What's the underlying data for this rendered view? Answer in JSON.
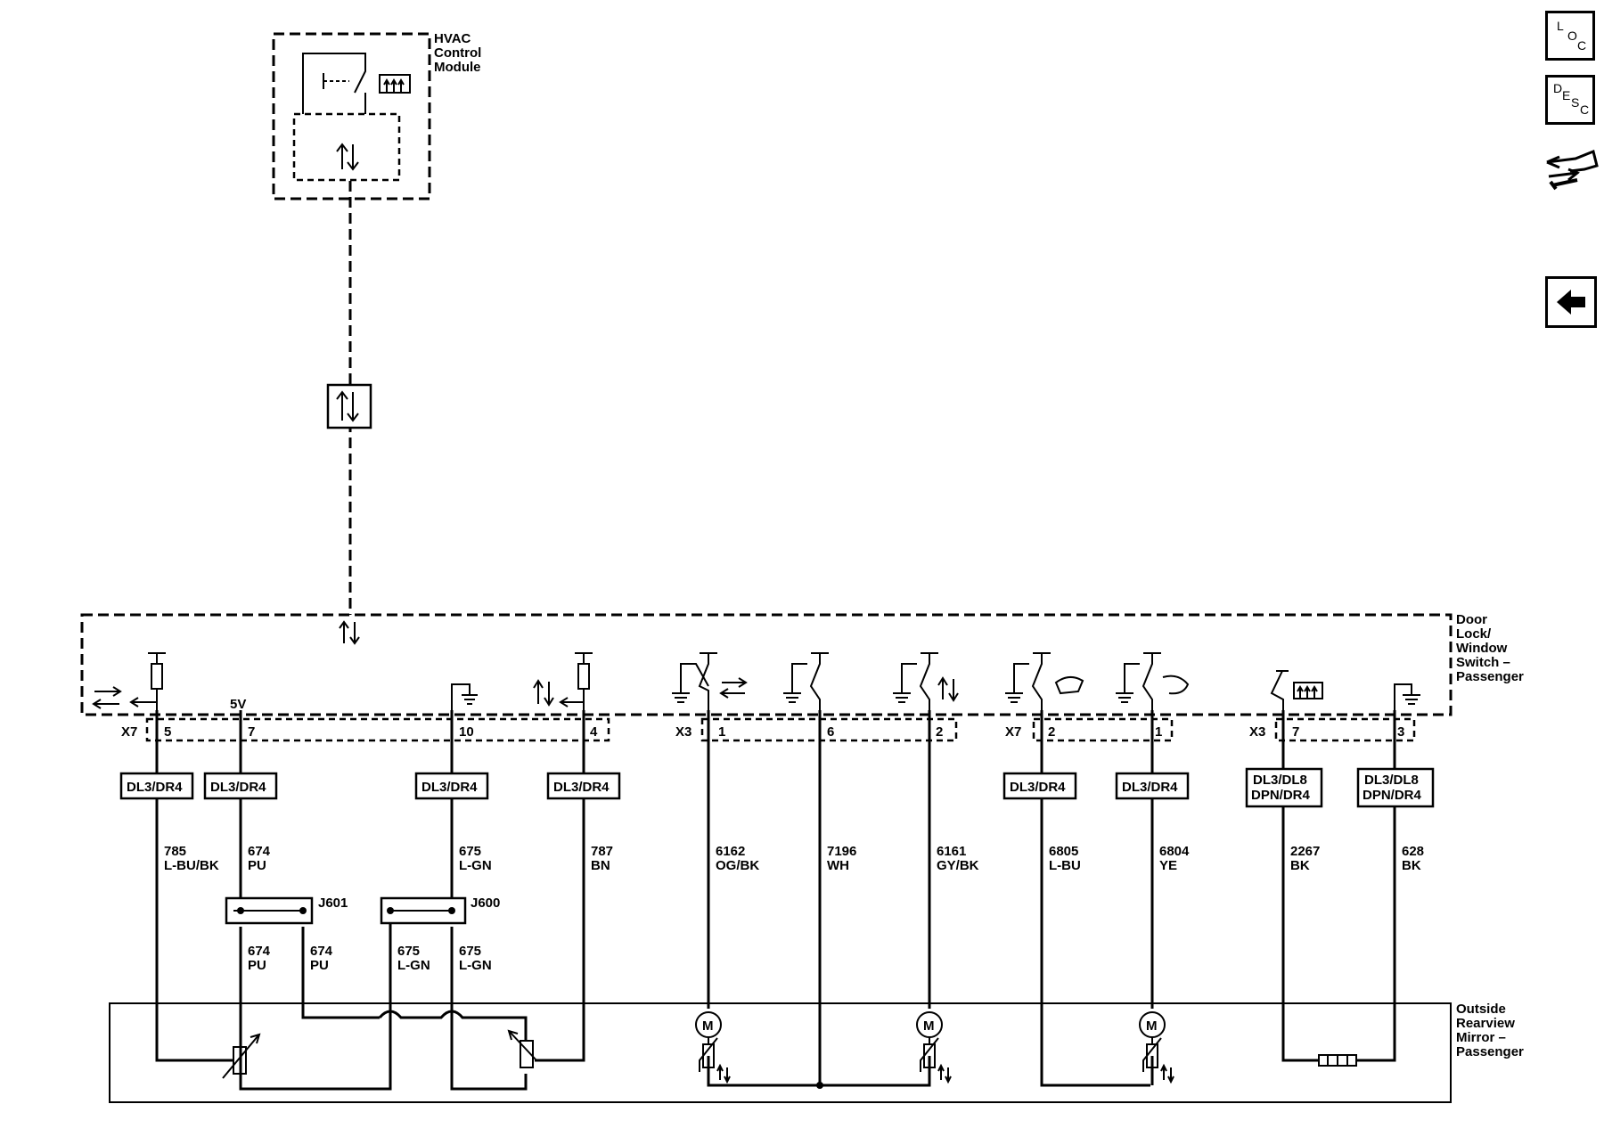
{
  "modules": {
    "hvac": {
      "line1": "HVAC",
      "line2": "Control",
      "line3": "Module"
    },
    "door_switch": {
      "line1": "Door",
      "line2": "Lock/",
      "line3": "Window",
      "line4": "Switch –",
      "line5": "Passenger"
    },
    "mirror": {
      "line1": "Outside",
      "line2": "Rearview",
      "line3": "Mirror –",
      "line4": "Passenger"
    }
  },
  "connectors": {
    "x7_left": "X7",
    "x3_left": "X3",
    "x7_right": "X7",
    "x3_right": "X3"
  },
  "supply": {
    "five_volt": "5V"
  },
  "pins": [
    "5",
    "7",
    "10",
    "4",
    "1",
    "6",
    "2",
    "2",
    "1",
    "7",
    "3"
  ],
  "options": {
    "dl3_dr4": "DL3/DR4",
    "dl3_dl8": "DL3/DL8",
    "dpn_dr4": "DPN/DR4"
  },
  "wires": [
    {
      "circuit": "785",
      "color": "L-BU/BK"
    },
    {
      "circuit": "674",
      "color": "PU"
    },
    {
      "circuit": "675",
      "color": "L-GN"
    },
    {
      "circuit": "787",
      "color": "BN"
    },
    {
      "circuit": "6162",
      "color": "OG/BK"
    },
    {
      "circuit": "7196",
      "color": "WH"
    },
    {
      "circuit": "6161",
      "color": "GY/BK"
    },
    {
      "circuit": "6805",
      "color": "L-BU"
    },
    {
      "circuit": "6804",
      "color": "YE"
    },
    {
      "circuit": "2267",
      "color": "BK"
    },
    {
      "circuit": "628",
      "color": "BK"
    }
  ],
  "splices": {
    "j601": {
      "name": "J601",
      "out1_circuit": "674",
      "out1_color": "PU",
      "out2_circuit": "674",
      "out2_color": "PU"
    },
    "j600": {
      "name": "J600",
      "out1_circuit": "675",
      "out1_color": "L-GN",
      "out2_circuit": "675",
      "out2_color": "L-GN"
    }
  },
  "motor_label": "M",
  "nav": {
    "loc": {
      "a": "L",
      "b": "O",
      "c": "C"
    },
    "desc": {
      "a": "D",
      "b": "E",
      "c": "S",
      "d": "C"
    }
  }
}
